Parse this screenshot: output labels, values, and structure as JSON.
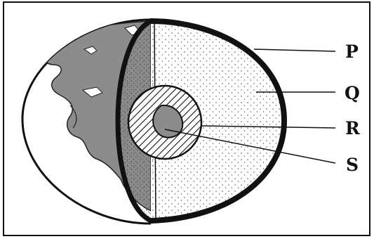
{
  "figure": {
    "labels": [
      {
        "id": "P",
        "text": "P"
      },
      {
        "id": "Q",
        "text": "Q"
      },
      {
        "id": "R",
        "text": "R"
      },
      {
        "id": "S",
        "text": "S"
      }
    ]
  },
  "colors": {
    "ink": "#111111",
    "continent": "#8c8c8c",
    "ocean": "#ffffff",
    "dots": "#555555"
  }
}
